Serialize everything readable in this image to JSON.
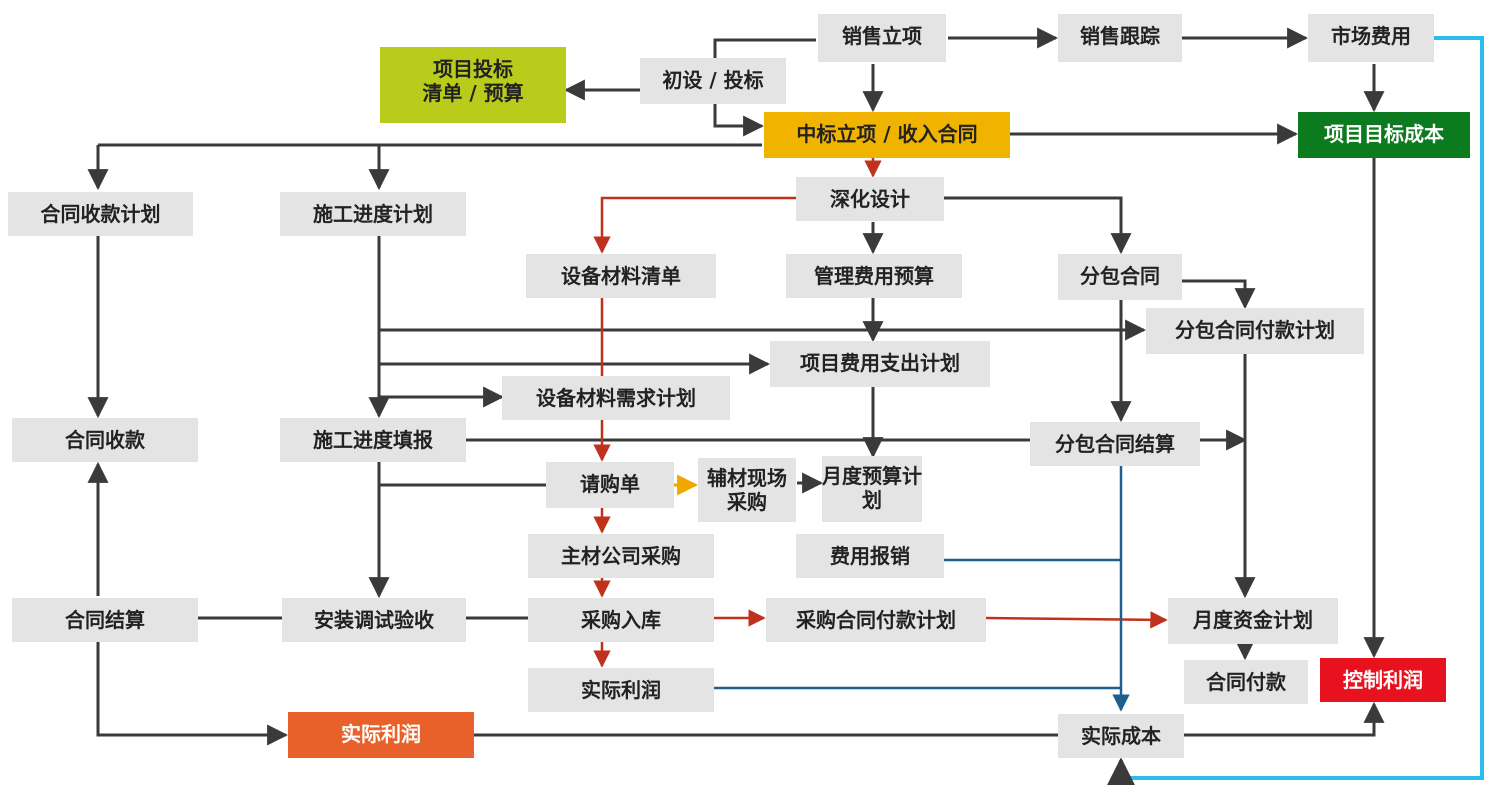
{
  "colors": {
    "grey_box": "#e4e4e4",
    "text_dark": "#222222",
    "line_dark": "#3a3a3a",
    "line_red": "#c0321b",
    "line_blue": "#1f5f8f",
    "line_cyan": "#2bbcec",
    "arrow_yellow": "#f0a800"
  },
  "nodes": {
    "sales_project": {
      "label": "销售立项",
      "color": "#e4e4e4"
    },
    "sales_tracking": {
      "label": "销售跟踪",
      "color": "#e4e4e4"
    },
    "marketing_cost": {
      "label": "市场费用",
      "color": "#e4e4e4"
    },
    "bid_list": {
      "label": "项目投标\n清单 / 预算",
      "color": "#b9cc1b"
    },
    "preliminary_design": {
      "label": "初设 / 投标",
      "color": "#e4e4e4"
    },
    "award_contract": {
      "label": "中标立项 / 收入合同",
      "color": "#f0b400"
    },
    "target_cost": {
      "label": "项目目标成本",
      "color": "#0c7a1e"
    },
    "contract_collection_plan": {
      "label": "合同收款计划",
      "color": "#e4e4e4"
    },
    "construction_schedule": {
      "label": "施工进度计划",
      "color": "#e4e4e4"
    },
    "detailed_design": {
      "label": "深化设计",
      "color": "#e4e4e4"
    },
    "material_list": {
      "label": "设备材料清单",
      "color": "#e4e4e4"
    },
    "management_budget": {
      "label": "管理费用预算",
      "color": "#e4e4e4"
    },
    "subcontract": {
      "label": "分包合同",
      "color": "#e4e4e4"
    },
    "subcontract_payment_plan": {
      "label": "分包合同付款计划",
      "color": "#e4e4e4"
    },
    "project_expense_plan": {
      "label": "项目费用支出计划",
      "color": "#e4e4e4"
    },
    "material_demand_plan": {
      "label": "设备材料需求计划",
      "color": "#e4e4e4"
    },
    "contract_collection": {
      "label": "合同收款",
      "color": "#e4e4e4"
    },
    "construction_progress": {
      "label": "施工进度填报",
      "color": "#e4e4e4"
    },
    "subcontract_settlement": {
      "label": "分包合同结算",
      "color": "#e4e4e4"
    },
    "purchase_request": {
      "label": "请购单",
      "color": "#e4e4e4"
    },
    "aux_site_purchase": {
      "label": "辅材现场采购",
      "color": "#e4e4e4"
    },
    "monthly_budget": {
      "label": "月度预算计划",
      "color": "#e4e4e4"
    },
    "main_material_purchase": {
      "label": "主材公司采购",
      "color": "#e4e4e4"
    },
    "expense_reimbursement": {
      "label": "费用报销",
      "color": "#e4e4e4"
    },
    "contract_settlement": {
      "label": "合同结算",
      "color": "#e4e4e4"
    },
    "install_acceptance": {
      "label": "安装调试验收",
      "color": "#e4e4e4"
    },
    "purchase_warehousing": {
      "label": "采购入库",
      "color": "#e4e4e4"
    },
    "purchase_payment_plan": {
      "label": "采购合同付款计划",
      "color": "#e4e4e4"
    },
    "monthly_fund_plan": {
      "label": "月度资金计划",
      "color": "#e4e4e4"
    },
    "actual_profit_grey": {
      "label": "实际利润",
      "color": "#e4e4e4"
    },
    "contract_payment": {
      "label": "合同付款",
      "color": "#e4e4e4"
    },
    "control_profit": {
      "label": "控制利润",
      "color": "#e8121e"
    },
    "actual_profit_orange": {
      "label": "实际利润",
      "color": "#e9612a"
    },
    "actual_cost": {
      "label": "实际成本",
      "color": "#e4e4e4"
    }
  }
}
